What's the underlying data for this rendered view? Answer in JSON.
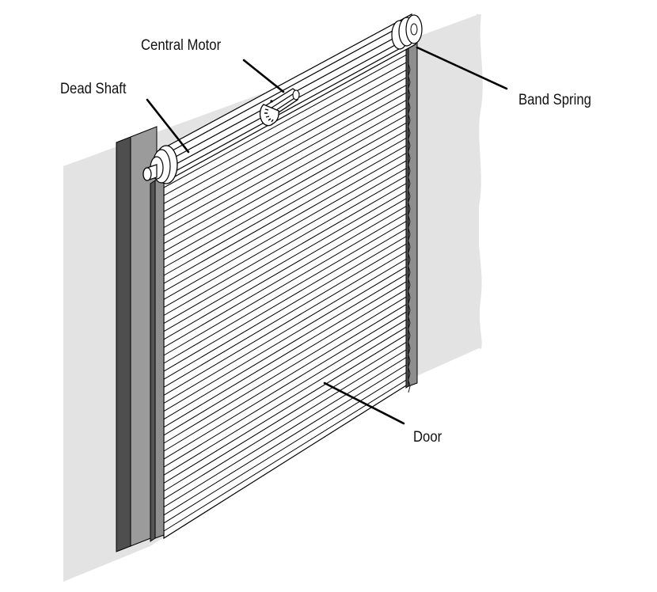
{
  "labels": {
    "central_motor": "Central Motor",
    "dead_shaft": "Dead Shaft",
    "band_spring": "Band Spring",
    "door": "Door"
  },
  "colors": {
    "wall": "#e3e3e3",
    "post_front": "#9b9b9b",
    "post_side": "#4e4e4e",
    "guide_rail": "#8e8e8e",
    "guide_rail_dark": "#555555",
    "line": "#000000",
    "door_fill": "#ffffff"
  },
  "door": {
    "slat_count": 44
  }
}
